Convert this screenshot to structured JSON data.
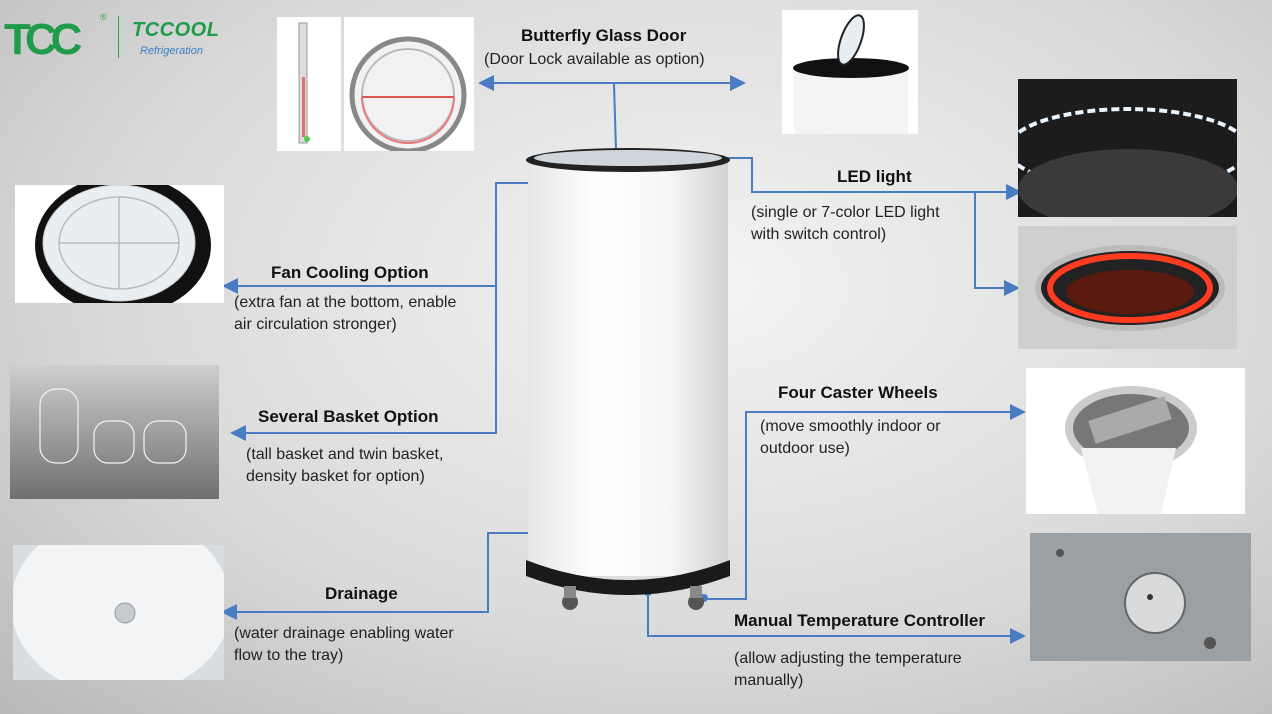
{
  "brand": {
    "name": "TCCOOL",
    "subtitle": "Refrigeration",
    "registered_mark": "®"
  },
  "colors": {
    "line_blue": "#4a7cc4",
    "logo_green": "#1e9c4a",
    "logo_blue": "#3a7fc1"
  },
  "features": {
    "butterfly_door": {
      "title": "Butterfly Glass Door",
      "desc": [
        "(Door Lock available as option)"
      ]
    },
    "led_light": {
      "title": "LED light",
      "desc": [
        "(single or 7-color LED light",
        "with switch control)"
      ]
    },
    "fan_cooling": {
      "title": "Fan Cooling Option",
      "desc": [
        "(extra fan at the bottom, enable",
        "air circulation stronger)"
      ]
    },
    "basket": {
      "title": "Several Basket Option",
      "desc": [
        "(tall basket and twin basket,",
        "density basket for option)"
      ]
    },
    "caster_wheels": {
      "title": "Four Caster Wheels",
      "desc": [
        "(move smoothly indoor or",
        "outdoor use)"
      ]
    },
    "drainage": {
      "title": "Drainage",
      "desc": [
        "(water drainage enabling water",
        "flow to the tray)"
      ]
    },
    "temperature": {
      "title": "Manual Temperature Controller",
      "desc": [
        "(allow adjusting the temperature",
        "manually)"
      ]
    }
  }
}
